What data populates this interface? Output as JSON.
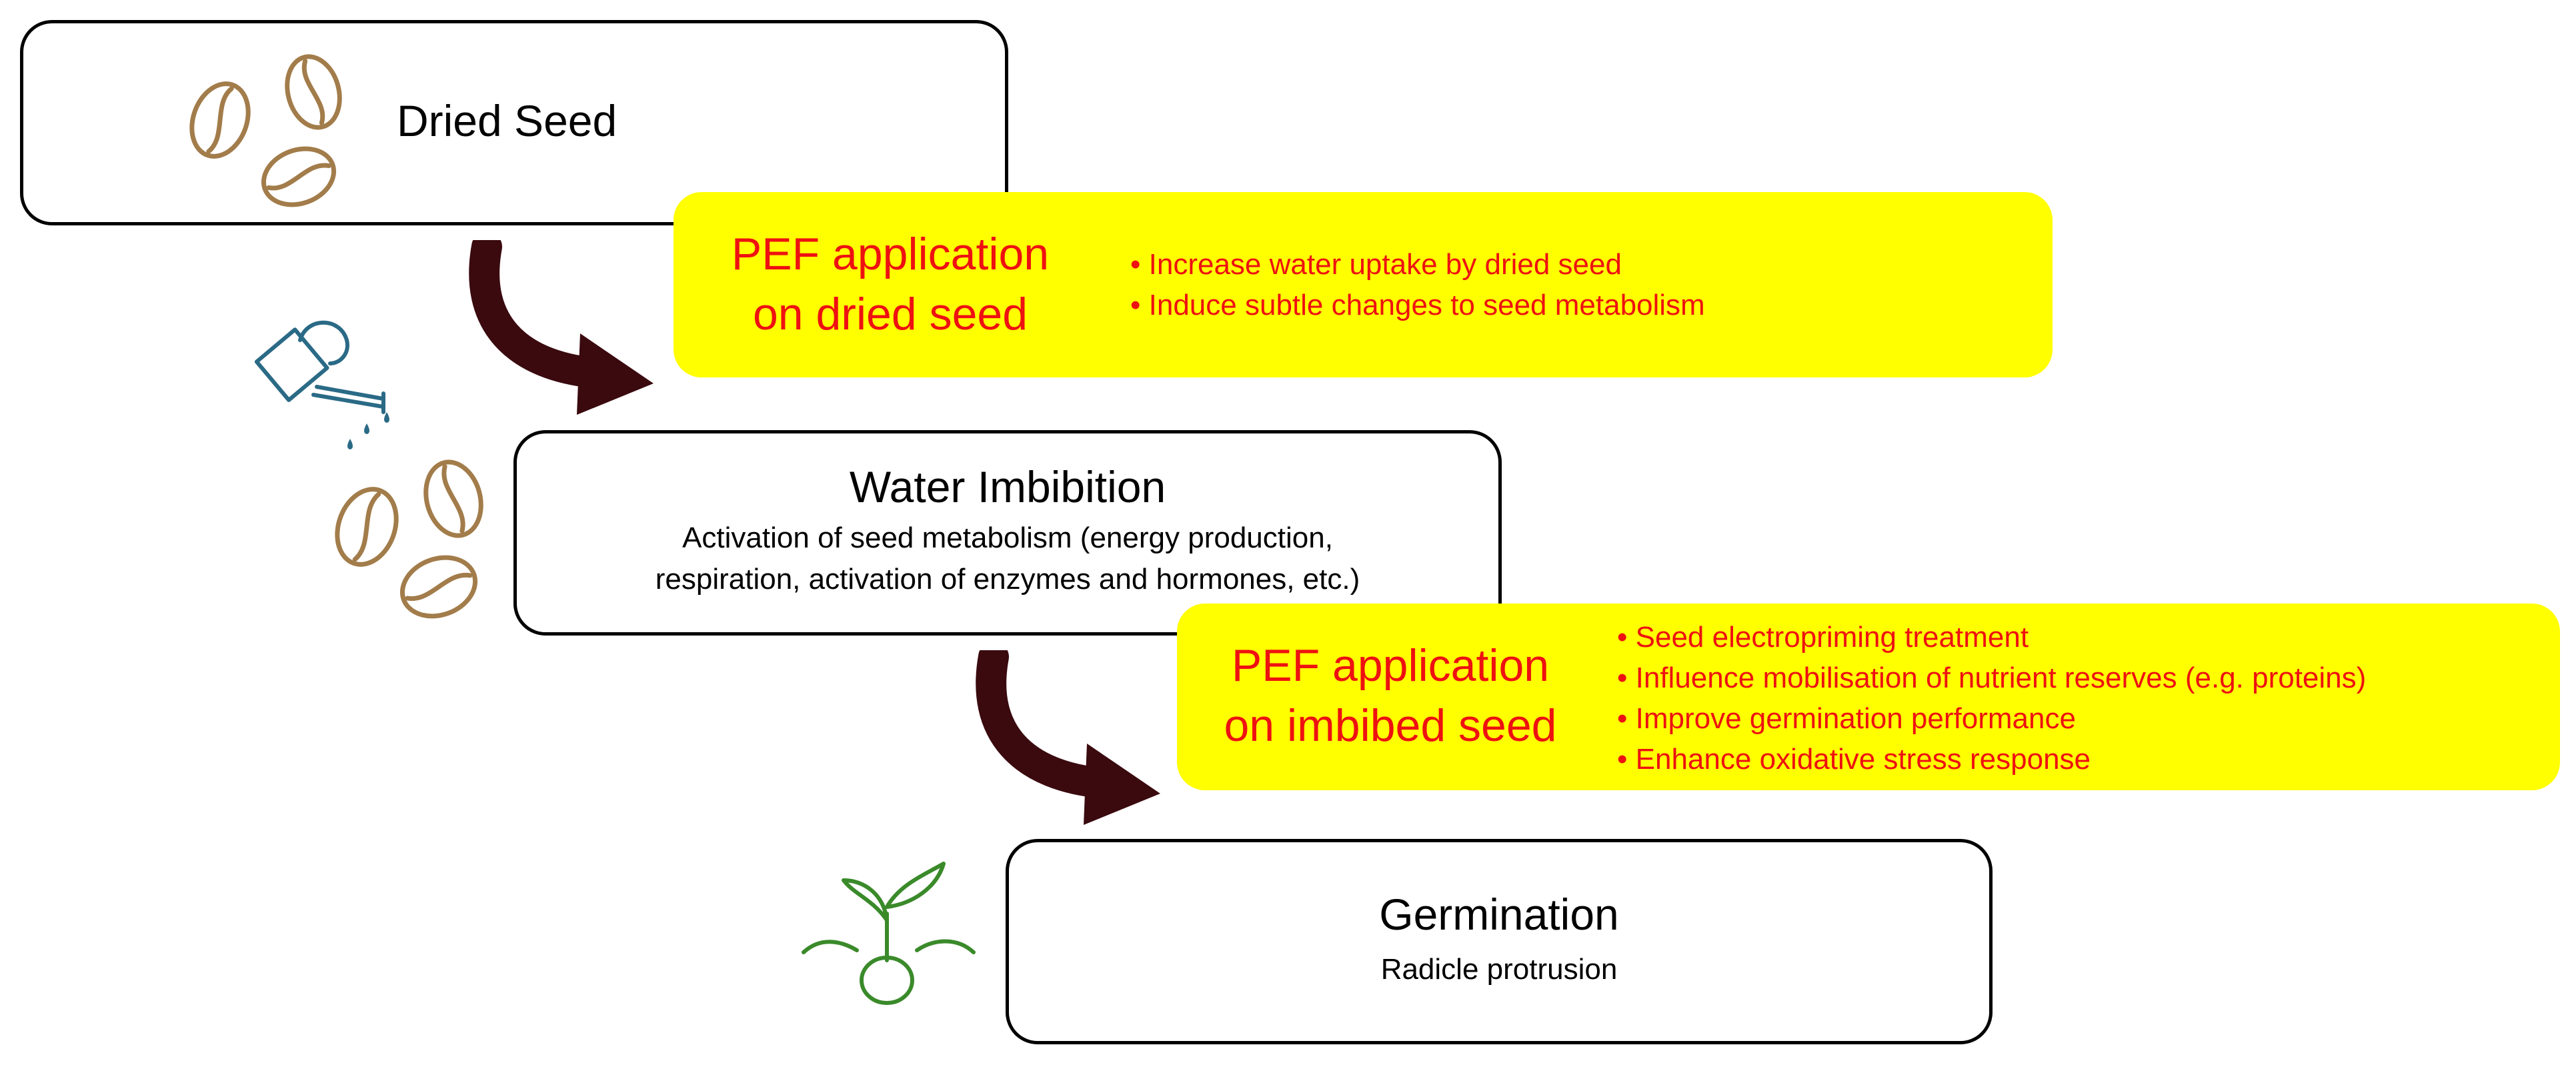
{
  "stages": {
    "dried_seed": {
      "title": "Dried Seed"
    },
    "water_imbibition": {
      "title": "Water Imbibition",
      "description": [
        "Activation of seed metabolism (energy production,",
        "respiration, activation of enzymes and hormones, etc.)"
      ]
    },
    "germination": {
      "title": "Germination",
      "description": "Radicle protrusion"
    }
  },
  "pef_dried": {
    "title": [
      "PEF application",
      "on dried seed"
    ],
    "effects": [
      "Increase water uptake by dried seed",
      "Induce subtle changes to seed metabolism"
    ]
  },
  "pef_imbibed": {
    "title": [
      "PEF application",
      "on imbibed seed"
    ],
    "effects": [
      "Seed electropriming treatment",
      "Influence mobilisation of nutrient reserves (e.g. proteins)",
      "Improve germination performance",
      "Enhance oxidative stress response"
    ]
  },
  "icons": [
    "coffee-bean-icon",
    "watering-can-icon",
    "seedling-icon",
    "curved-arrow-icon"
  ],
  "colors": {
    "pef_fill": "#ffff00",
    "pef_text": "#ee1111",
    "arrow": "#3a0a0f",
    "bean": "#a27c4a",
    "watering_can": "#2a6a86",
    "seedling": "#3a8a2a"
  }
}
